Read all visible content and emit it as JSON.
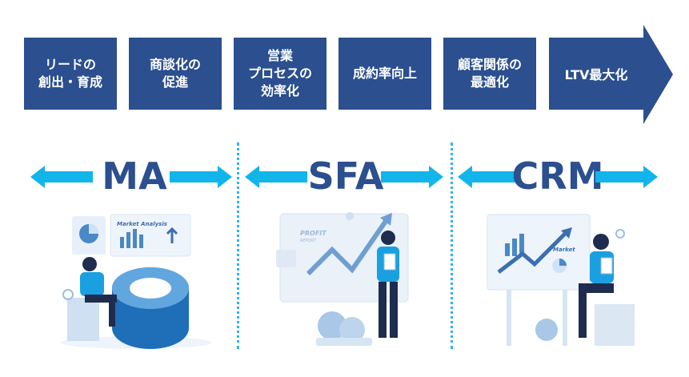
{
  "stages": [
    {
      "label": "リードの\n創出・育成"
    },
    {
      "label": "商談化の\n促進"
    },
    {
      "label": "営業\nプロセスの\n効率化"
    },
    {
      "label": "成約率向上"
    },
    {
      "label": "顧客関係の\n最適化"
    },
    {
      "label": "LTV最大化"
    }
  ],
  "categories": [
    {
      "name": "MA"
    },
    {
      "name": "SFA"
    },
    {
      "name": "CRM"
    }
  ],
  "illustrations": {
    "ma_board_title": "Market Analysis",
    "sfa_board_title": "PROFIT",
    "sfa_board_subtitle": "REPORT",
    "crm_board_title": "Market"
  },
  "colors": {
    "stage_fill": "#2b4f8f",
    "arrow_cyan": "#11b5ea",
    "divider": "#2fb3e6",
    "category_text": "#2b4f8f"
  }
}
